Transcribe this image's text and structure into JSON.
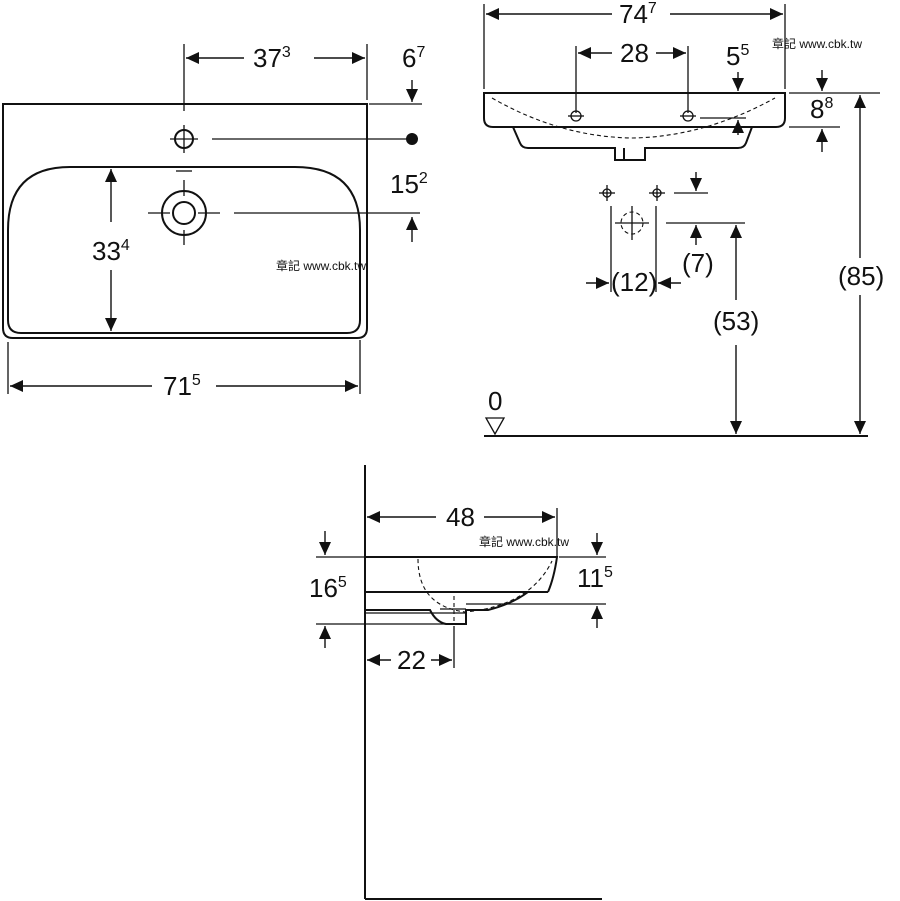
{
  "watermark": "章記 www.cbk.tw",
  "top_view": {
    "dim_faucet_offset": {
      "main": "37",
      "sup": "3"
    },
    "dim_rim_to_faucet": {
      "main": "6",
      "sup": "7"
    },
    "dim_faucet_to_drain": {
      "main": "15",
      "sup": "2"
    },
    "dim_basin_depth": {
      "main": "33",
      "sup": "4"
    },
    "dim_total_width": {
      "main": "71",
      "sup": "5"
    }
  },
  "front_view": {
    "dim_overall_width": {
      "main": "74",
      "sup": "7"
    },
    "dim_mount_spacing": "28",
    "dim_mount_height": {
      "main": "5",
      "sup": "5"
    },
    "dim_rim_height": {
      "main": "8",
      "sup": "8"
    },
    "dim_bracket_spacing": "(12)",
    "dim_bracket_height": "(7)",
    "dim_waste_height": "(53)",
    "dim_install_height": "(85)",
    "floor_label": "0"
  },
  "side_view": {
    "dim_projection": "48",
    "dim_total_height": {
      "main": "16",
      "sup": "5"
    },
    "dim_inner_height": {
      "main": "11",
      "sup": "5"
    },
    "dim_drain_offset": "22"
  }
}
